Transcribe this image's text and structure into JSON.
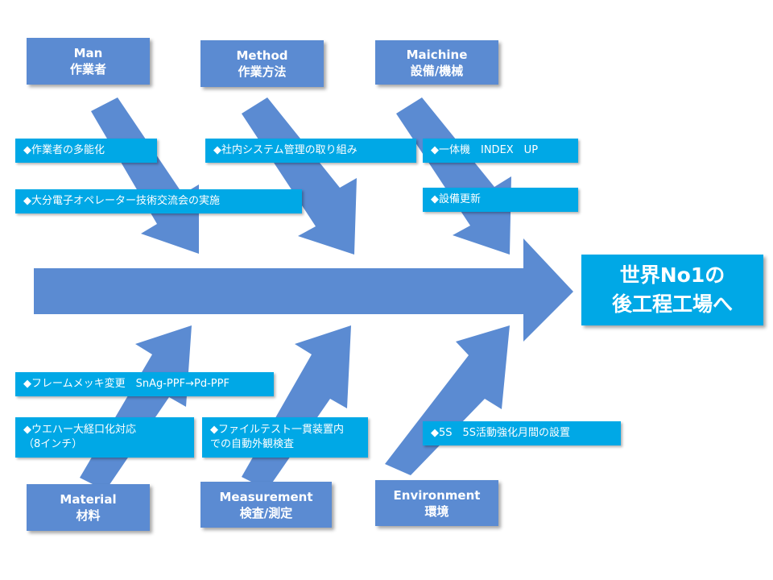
{
  "categories": {
    "man": {
      "en": "Man",
      "ja": "作業者"
    },
    "method": {
      "en": "Method",
      "ja": "作業方法"
    },
    "machine": {
      "en": "Maichine",
      "ja": "設備/機械"
    },
    "material": {
      "en": "Material",
      "ja": "材料"
    },
    "measurement": {
      "en": "Measurement",
      "ja": "検査/測定"
    },
    "environment": {
      "en": "Environment",
      "ja": "環境"
    }
  },
  "causes": {
    "man_1": "◆作業者の多能化",
    "man_2": "◆大分電子オペレーター技術交流会の実施",
    "method_1": "◆社内システム管理の取り組み",
    "machine_1": "◆一体機　INDEX　UP",
    "machine_2": "◆設備更新",
    "material_1": "◆フレームメッキ変更　SnAg-PPF→Pd-PPF",
    "material_2_line1": "◆ウエハー大経口化対応",
    "material_2_line2": "（8インチ）",
    "measurement_1_line1": "◆ファイルテスト一貫装置内",
    "measurement_1_line2": "での自動外観検査",
    "environment_1": "◆5S　5S活動強化月間の設置"
  },
  "goal": {
    "line1": "世界No1の",
    "line2": "後工程工場へ"
  },
  "colors": {
    "arrow": "#5b8bd2",
    "category_box": "#5b8bd2",
    "cause_box": "#00a8e6",
    "goal_box": "#00a8e6",
    "text": "#ffffff"
  }
}
